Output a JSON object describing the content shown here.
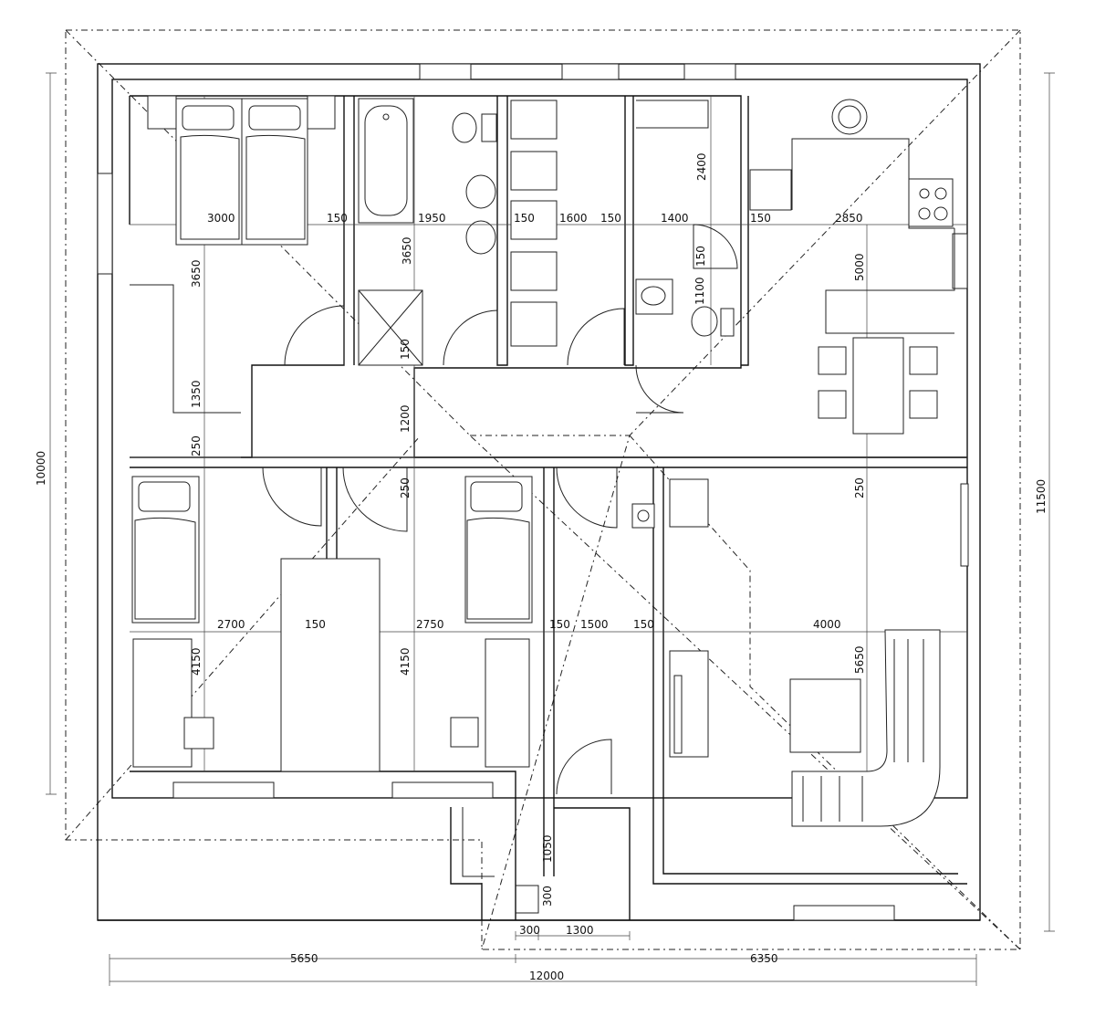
{
  "plan": {
    "overall": {
      "width_total": "12000",
      "left_part": "5650",
      "right_part": "6350",
      "height_left": "10000",
      "height_right": "11500"
    },
    "top_row": [
      "3000",
      "150",
      "1950",
      "150",
      "1600",
      "150",
      "1400",
      "150",
      "2850"
    ],
    "middle_row": [
      "2700",
      "150",
      "2750",
      "150",
      "1500",
      "150",
      "4000"
    ],
    "vertical": {
      "bedroom_top": "3650",
      "bath": "3650",
      "wardrobe": "2400",
      "wc_gap": "150",
      "wc": "1100",
      "shower_gap": "150",
      "kitchen": "5000",
      "hall_left": "1350",
      "corridor": "1200",
      "wall_left": "250",
      "wall_mid": "250",
      "wall_right": "250",
      "bedroom_left": "4150",
      "bedroom_mid": "4150",
      "living": "5650",
      "porch": "1050",
      "step": "300"
    },
    "entry": {
      "left": "300",
      "right": "1300"
    }
  }
}
